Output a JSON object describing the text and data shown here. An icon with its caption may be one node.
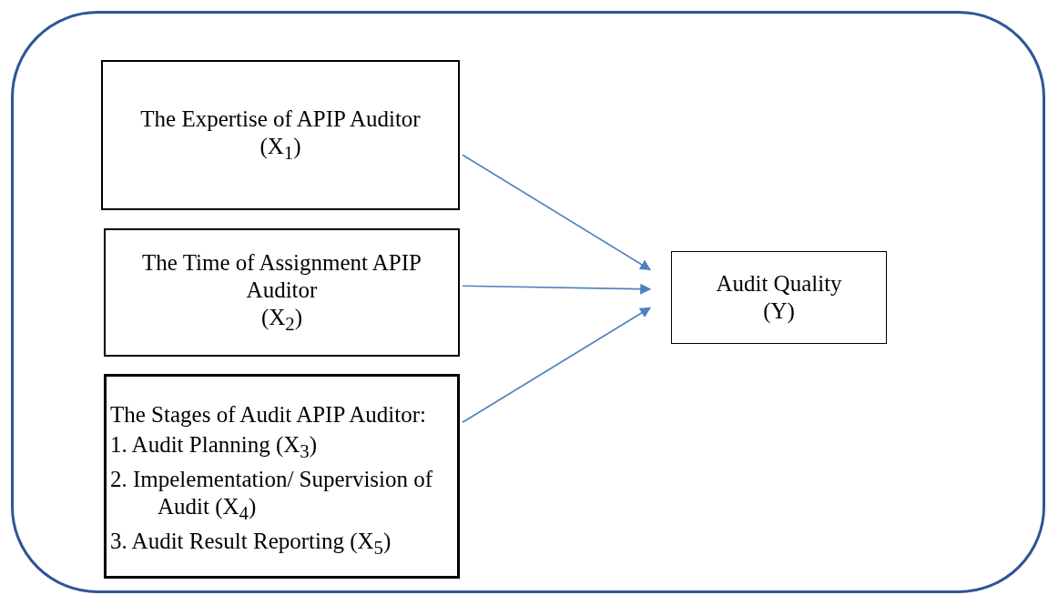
{
  "diagram": {
    "nodes": [
      {
        "text": [],
        "shape": "box"
      },
      {
        "text": [
          "The Expertise of APIP Auditor",
          "(X$_{1}$)"
        ],
        "in": 0
      },
      {
        "text": [
          "The Time of Assignment APIP Auditor",
          "(X$_{2}$)"
        ],
        "in": 0
      },
      {
        "text": [
          "The Stages of Audit APIP Auditor:",
          "1. Audit Planning (X$_{3}$)",
          "2. Impelementation/ Supervision of Audit (X$_{4}$)",
          "3. Audit Result Reporting (X$_{5}$)"
        ],
        "in": 0
      },
      {
        "text": [
          "Audit Quality",
          "(Y)"
        ],
        "in": 0
      }
    ],
    "edges": [
      {
        "from": 1,
        "to": 4,
        "arrow": "to",
        "color": "#4f81bd"
      },
      {
        "from": 2,
        "to": 4,
        "arrow": "to",
        "color": "#4f81bd"
      },
      {
        "from": 3,
        "to": 4,
        "arrow": "to",
        "color": "#4f81bd"
      }
    ]
  }
}
